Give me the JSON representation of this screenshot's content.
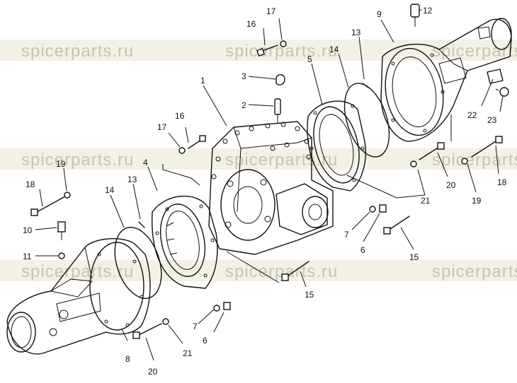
{
  "watermark": "spicerparts.ru",
  "part_numbers": {
    "p1": "1",
    "p2": "2",
    "p3": "3",
    "p4": "4",
    "p5": "5",
    "p6a": "6",
    "p6b": "6",
    "p7a": "7",
    "p7b": "7",
    "p8": "8",
    "p9": "9",
    "p10": "10",
    "p11": "11",
    "p12": "12",
    "p13a": "13",
    "p13b": "13",
    "p14a": "14",
    "p14b": "14",
    "p15a": "15",
    "p15b": "15",
    "p16a": "16",
    "p16b": "16",
    "p17a": "17",
    "p17b": "17",
    "p18a": "18",
    "p18b": "18",
    "p19a": "19",
    "p19b": "19",
    "p20a": "20",
    "p20b": "20",
    "p21a": "21",
    "p21b": "21",
    "p22": "22",
    "p23": "23"
  }
}
